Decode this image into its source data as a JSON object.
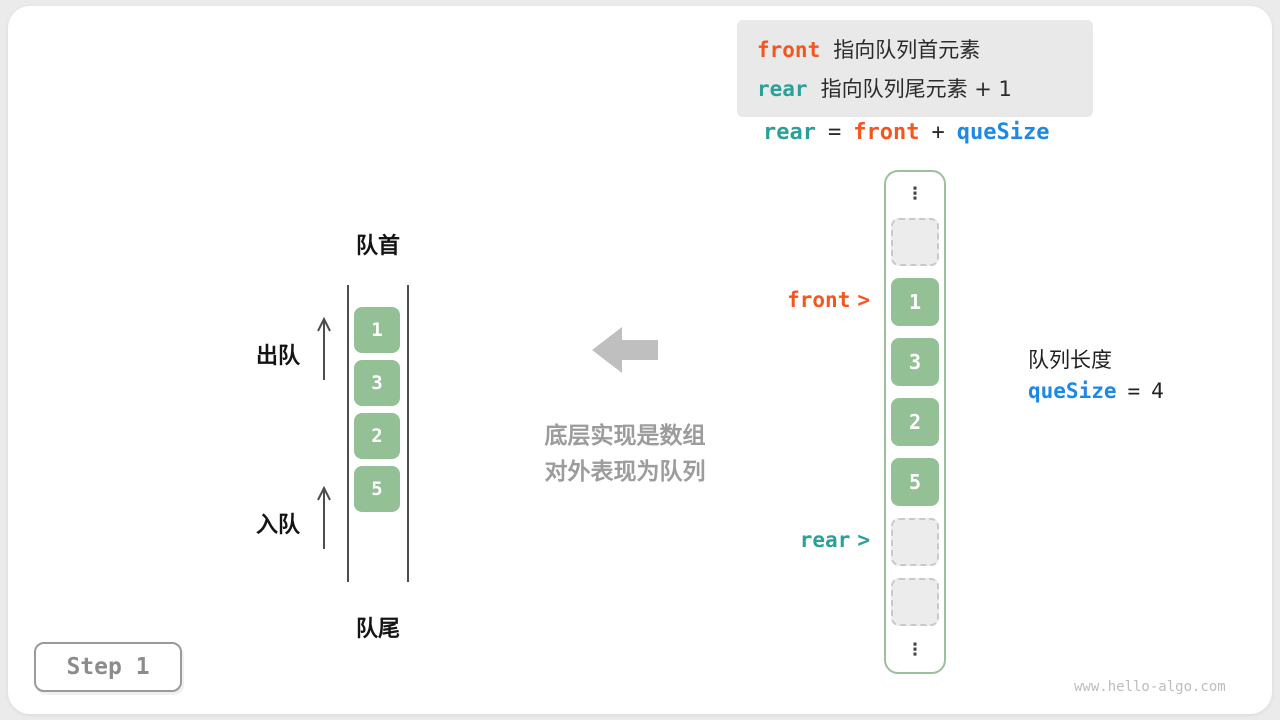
{
  "colors": {
    "front_orange": "#f4561e",
    "rear_teal": "#2aa198",
    "quesize_blue": "#1e88e5",
    "cell_green": "#94c096",
    "caption_gray": "#9c9c9c",
    "legend_background": "#e9e9e9"
  },
  "legend": {
    "line1": {
      "keyword": "front",
      "text": "指向队列首元素"
    },
    "line2": {
      "keyword": "rear",
      "text": "指向队列尾元素 + 1"
    }
  },
  "formula": {
    "lhs": "rear",
    "eq": "=",
    "mid": "front",
    "plus": "+",
    "rhs": "queSize"
  },
  "left_queue": {
    "top_label": "队首",
    "bottom_label": "队尾",
    "dequeue_label": "出队",
    "enqueue_label": "入队",
    "values": [
      "1",
      "3",
      "2",
      "5"
    ]
  },
  "center": {
    "caption_line1": "底层实现是数组",
    "caption_line2": "对外表现为队列"
  },
  "array": {
    "values": [
      "1",
      "3",
      "2",
      "5"
    ],
    "ellipsis": "⋮",
    "front_pointer": {
      "label": "front",
      "glyph": ">"
    },
    "rear_pointer": {
      "label": "rear",
      "glyph": ">"
    }
  },
  "queue_length": {
    "label": "队列长度",
    "variable": "queSize",
    "eq": "=",
    "value": "4"
  },
  "step_badge": "Step 1",
  "watermark": "www.hello-algo.com"
}
